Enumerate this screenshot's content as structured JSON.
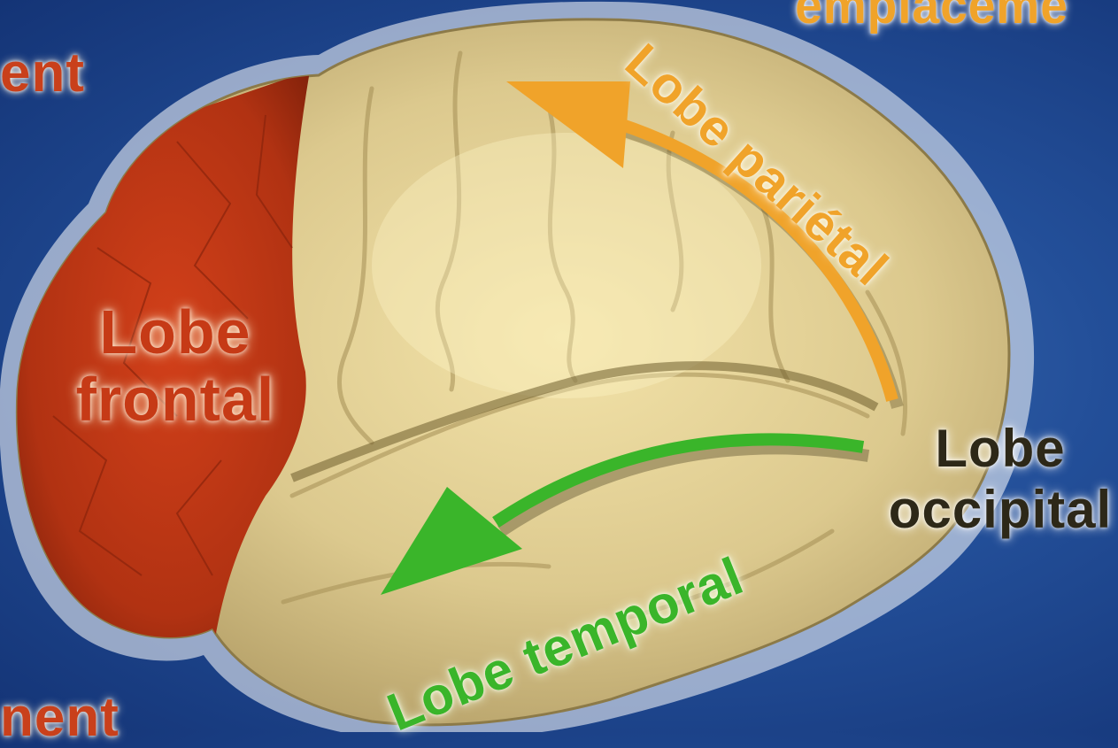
{
  "labels": {
    "top_cropped": "emplaceme",
    "left_cropped": "ent",
    "bottom_cropped": "nent",
    "frontal_line1": "Lobe",
    "frontal_line2": "frontal",
    "parietal": "Lobe pariétal",
    "occipital_line1": "Lobe",
    "occipital_line2": "occipital",
    "temporal": "Lobe temporal"
  },
  "colors": {
    "background": "#234f99",
    "frontal_lobe": "#c63a16",
    "brain_tissue": "#dcc98e",
    "parietal_arrow": "#f0a32a",
    "temporal_arrow": "#3ab52a",
    "occipital_text": "#2d2818"
  }
}
